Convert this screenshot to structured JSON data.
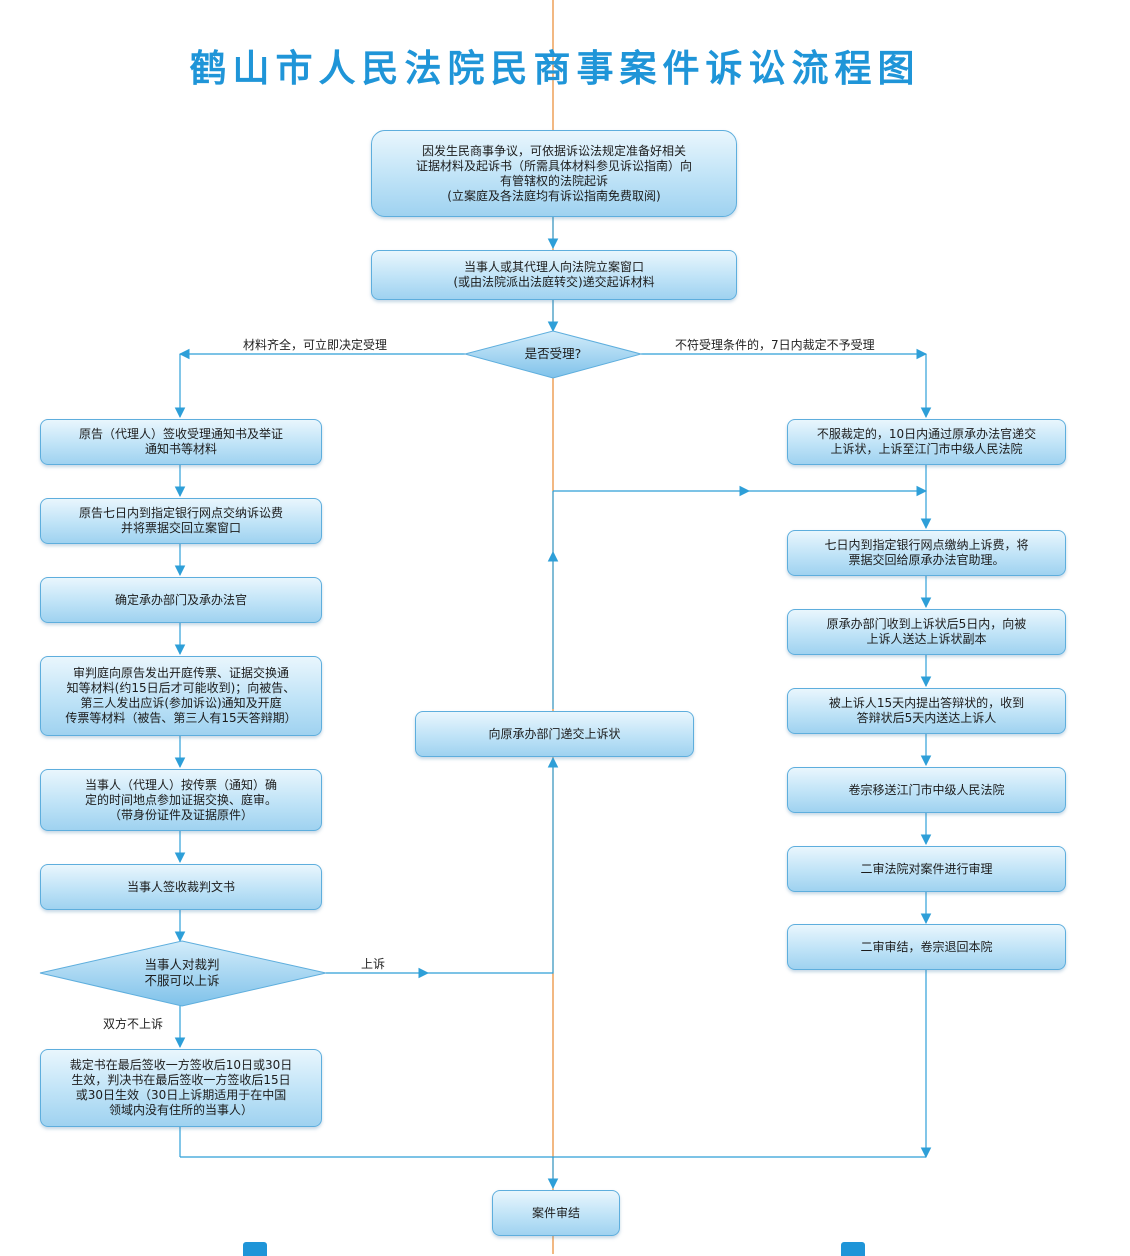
{
  "title": "鹤山市人民法院民商事案件诉讼流程图",
  "steps": {
    "start": "因发生民商事争议，可依据诉讼法规定准备好相关\n证据材料及起诉书（所需具体材料参见诉讼指南）向\n有管辖权的法院起诉\n(立案庭及各法庭均有诉讼指南免费取阅)",
    "submit": "当事人或其代理人向法院立案窗口\n(或由法院派出法庭转交)递交起诉材料",
    "decision_accept": "是否受理?",
    "left": [
      "原告（代理人）签收受理通知书及举证\n通知书等材料",
      "原告七日内到指定银行网点交纳诉讼费\n并将票据交回立案窗口",
      "确定承办部门及承办法官",
      "审判庭向原告发出开庭传票、证据交换通\n知等材料(约15日后才可能收到)；向被告、\n第三人发出应诉(参加诉讼)通知及开庭\n传票等材料（被告、第三人有15天答辩期）",
      "当事人（代理人）按传票（通知）确\n定的时间地点参加证据交换、庭审。\n（带身份证件及证据原件）",
      "当事人签收裁判文书"
    ],
    "decision_appeal": "当事人对裁判\n不服可以上诉",
    "effect": "裁定书在最后签收一方签收后10日或30日\n生效，判决书在最后签收一方签收后15日\n或30日生效（30日上诉期适用于在中国\n领域内没有住所的当事人）",
    "middle": "向原承办部门递交上诉状",
    "right": [
      "不服裁定的，10日内通过原承办法官递交\n上诉状，上诉至江门市中级人民法院",
      "七日内到指定银行网点缴纳上诉费，将\n票据交回给原承办法官助理。",
      "原承办部门收到上诉状后5日内，向被\n上诉人送达上诉状副本",
      "被上诉人15天内提出答辩状的，收到\n答辩状后5天内送达上诉人",
      "卷宗移送江门市中级人民法院",
      "二审法院对案件进行审理",
      "二审审结，卷宗退回本院"
    ],
    "end": "案件审结"
  },
  "labels": {
    "accept_yes": "材料齐全，可立即决定受理",
    "accept_no": "不符受理条件的，7日内裁定不予受理",
    "appeal": "上诉",
    "no_appeal": "双方不上诉"
  },
  "colors": {
    "title": "#1f95d8",
    "line": "#2e9fd8",
    "center_line": "#e8892f",
    "diamond_fill": "#8ecbef",
    "box_border": "#5eaedd"
  }
}
